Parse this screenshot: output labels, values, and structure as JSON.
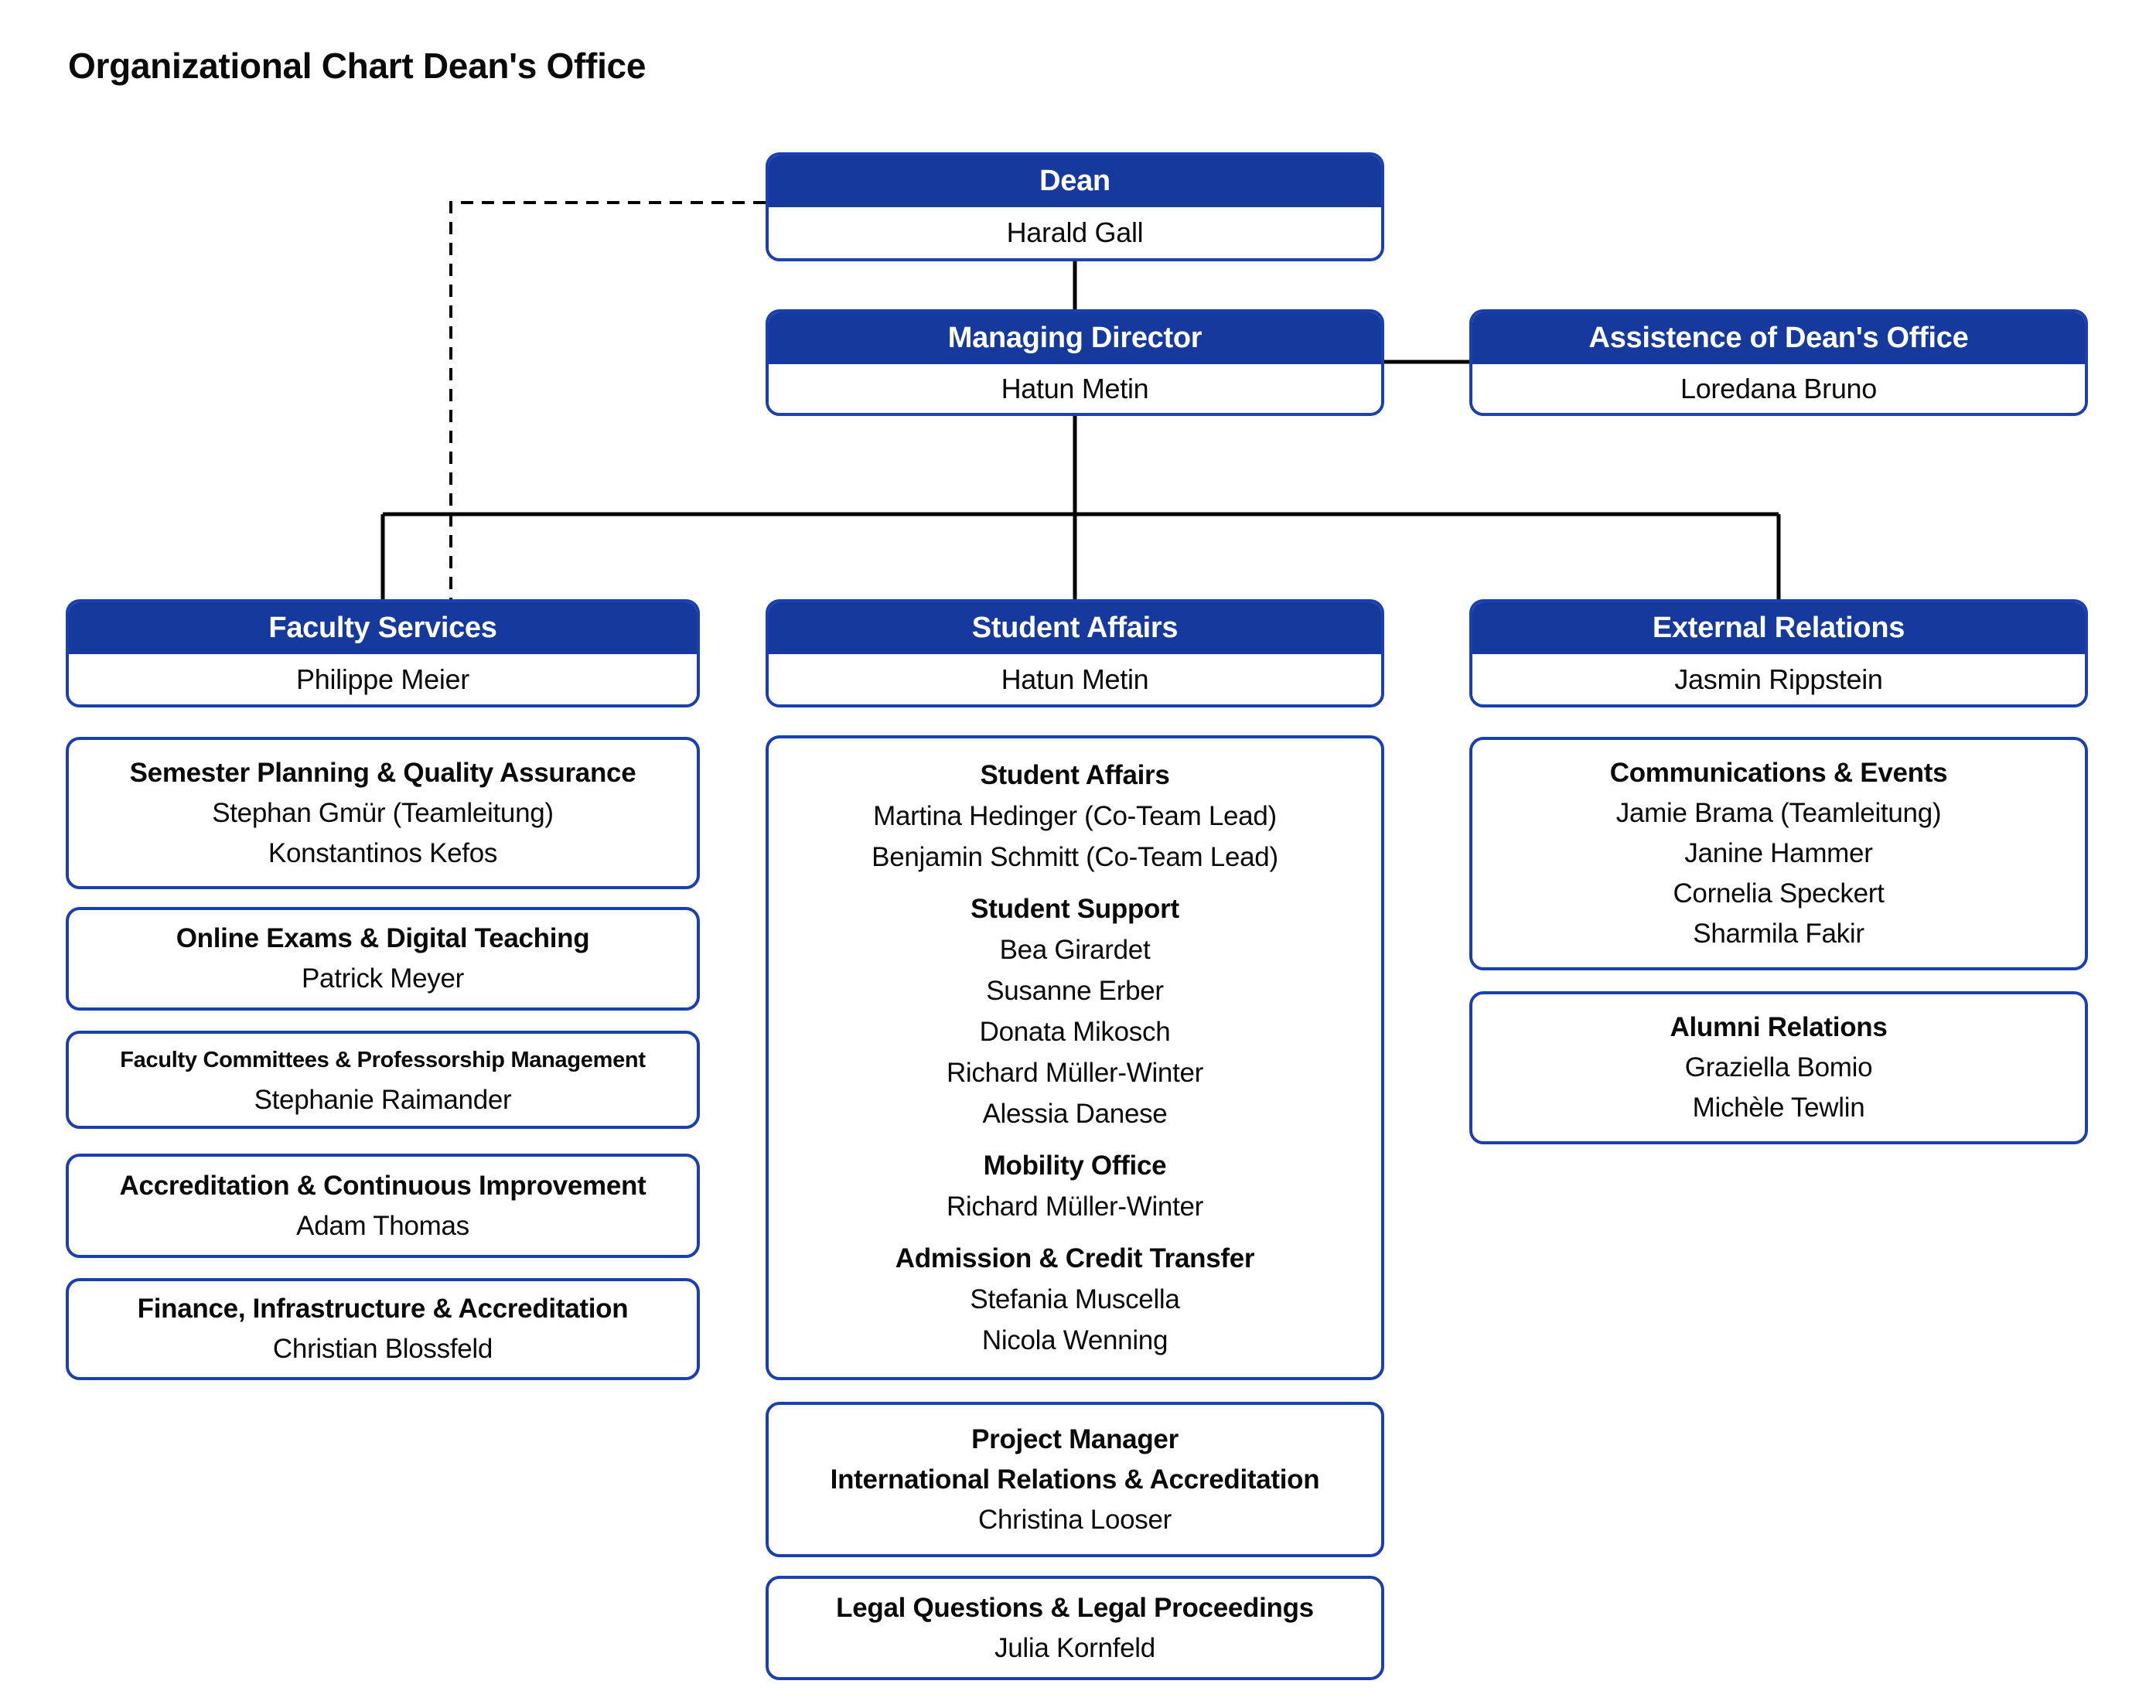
{
  "title": "Organizational Chart Dean's Office",
  "colors": {
    "header_blue": "#16399E",
    "box_border_blue": "#1C3FAF",
    "connector_black": "#000000",
    "header_text": "#FFFFFF",
    "body_text": "#0A0A0A"
  },
  "top": {
    "dean": {
      "title": "Dean",
      "name": "Harald Gall"
    },
    "managing_director": {
      "title": "Managing Director",
      "name": "Hatun Metin"
    },
    "assistance": {
      "title": "Assistence of Dean's Office",
      "name": "Loredana Bruno"
    }
  },
  "departments": {
    "faculty_services": {
      "title": "Faculty Services",
      "name": "Philippe Meier",
      "units": [
        {
          "title": "Semester Planning & Quality Assurance",
          "members": [
            "Stephan Gmür (Teamleitung)",
            "Konstantinos Kefos"
          ]
        },
        {
          "title": "Online Exams & Digital Teaching",
          "members": [
            "Patrick Meyer"
          ]
        },
        {
          "title": "Faculty Committees & Professorship Management",
          "members": [
            "Stephanie Raimander"
          ]
        },
        {
          "title": "Accreditation & Continuous Improvement",
          "members": [
            "Adam Thomas"
          ]
        },
        {
          "title": "Finance, Infrastructure & Accreditation",
          "members": [
            "Christian Blossfeld"
          ]
        }
      ]
    },
    "student_affairs": {
      "title": "Student Affairs",
      "name": "Hatun Metin",
      "team_sections": [
        {
          "title": "Student Affairs",
          "members": [
            "Martina Hedinger (Co-Team Lead)",
            "Benjamin Schmitt (Co-Team Lead)"
          ]
        },
        {
          "title": "Student Support",
          "members": [
            "Bea Girardet",
            "Susanne Erber",
            "Donata Mikosch",
            "Richard Müller-Winter",
            "Alessia Danese"
          ]
        },
        {
          "title": "Mobility Office",
          "members": [
            "Richard Müller-Winter"
          ]
        },
        {
          "title": "Admission & Credit Transfer",
          "members": [
            "Stefania Muscella",
            "Nicola Wenning"
          ]
        }
      ],
      "units": [
        {
          "title_lines": [
            "Project Manager",
            "International Relations & Accreditation"
          ],
          "members": [
            "Christina Looser"
          ]
        },
        {
          "title_lines": [
            "Legal Questions & Legal Proceedings"
          ],
          "members": [
            "Julia Kornfeld"
          ]
        }
      ]
    },
    "external_relations": {
      "title": "External Relations",
      "name": "Jasmin Rippstein",
      "units": [
        {
          "title": "Communications & Events",
          "members": [
            "Jamie Brama (Teamleitung)",
            "Janine Hammer",
            "Cornelia Speckert",
            "Sharmila Fakir"
          ]
        },
        {
          "title": "Alumni Relations",
          "members": [
            "Graziella Bomio",
            "Michèle Tewlin"
          ]
        }
      ]
    }
  }
}
